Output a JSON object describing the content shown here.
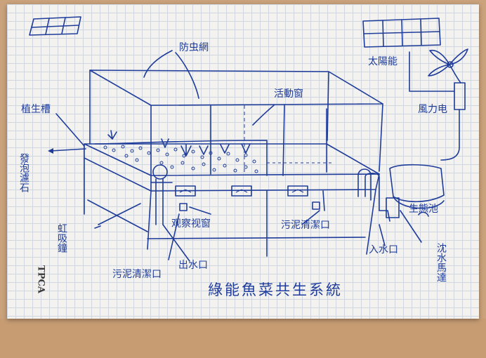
{
  "diagram": {
    "title": "綠能魚菜共生系統",
    "stamp": "TPCA",
    "labels": {
      "insect_net": "防虫網",
      "activity_window": "活動窗",
      "solar_panel": "太陽能",
      "wind_power": "風力电",
      "planting_bed": "植生槽",
      "air_stone": "發泡濾石",
      "siphon_bell": "虹吸鐘",
      "observation_window": "观察视窗",
      "sludge_outlet_right": "污泥清潔口",
      "sludge_outlet_left": "污泥清潔口",
      "water_outlet": "出水口",
      "water_inlet": "入水口",
      "ecological_pool": "生態池",
      "submersible_motor": "沈水馬達"
    }
  }
}
